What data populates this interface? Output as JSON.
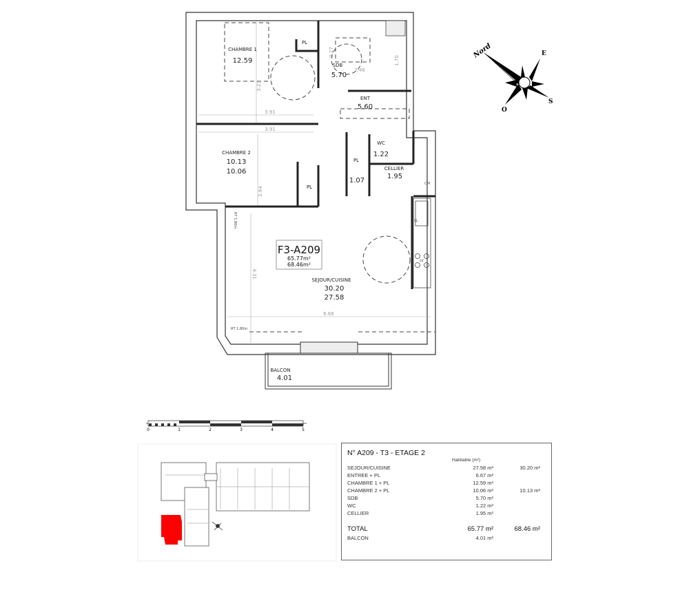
{
  "plan": {
    "apartment_code": "F3-A209",
    "area_habitable": "65.77m²",
    "area_total": "68.46m²",
    "rooms": [
      {
        "name": "CHAMBRE 1",
        "areas": [
          "12.59"
        ]
      },
      {
        "name": "PL",
        "areas": []
      },
      {
        "name": "SDB",
        "areas": [
          "5.70"
        ]
      },
      {
        "name": "ENT",
        "areas": [
          "5.60"
        ]
      },
      {
        "name": "CHAMBRE 2",
        "areas": [
          "10.13",
          "10.06"
        ]
      },
      {
        "name": "PL",
        "areas": []
      },
      {
        "name": "PL",
        "areas": [
          "1.07"
        ]
      },
      {
        "name": "WC",
        "areas": [
          "1.22"
        ]
      },
      {
        "name": "CELLIER",
        "areas": [
          "1.95"
        ]
      },
      {
        "name": "SEJOUR/CUISINE",
        "areas": [
          "30.20",
          "27.58"
        ]
      },
      {
        "name": "BALCON",
        "areas": [
          "4.01"
        ]
      }
    ],
    "dimensions": [
      "3.91",
      "3.91",
      "3.23",
      "2.64",
      "4.31",
      "6.66",
      "2.27",
      "2.46",
      "1.70"
    ],
    "annotations": [
      "HT 1.80m",
      "HT 1.80m",
      "CM",
      "LV",
      "LL"
    ]
  },
  "compass": {
    "north": "Nord",
    "east": "E",
    "south": "S",
    "west": "O"
  },
  "scale": {
    "ticks": [
      "0",
      "1",
      "2",
      "3",
      "4",
      "5"
    ]
  },
  "site_plan": {
    "highlight_color": "#ff0000"
  },
  "summary": {
    "title": "N° A209 - T3 - ETAGE 2",
    "column_header": "Habitable (m²)",
    "rows": [
      {
        "label": "SEJOUR/CUISINE",
        "habitable": "27.58 m²",
        "other": "30.20 m²"
      },
      {
        "label": "ENTREE + PL",
        "habitable": "6.67 m²",
        "other": ""
      },
      {
        "label": "CHAMBRE 1 + PL",
        "habitable": "12.59 m²",
        "other": ""
      },
      {
        "label": "CHAMBRE 2 + PL",
        "habitable": "10.06 m²",
        "other": "10.13 m²"
      },
      {
        "label": "SDB",
        "habitable": "5.70 m²",
        "other": ""
      },
      {
        "label": "WC",
        "habitable": "1.22 m²",
        "other": ""
      },
      {
        "label": "CELLIER",
        "habitable": "1.95 m²",
        "other": ""
      }
    ],
    "total": {
      "label": "TOTAL",
      "habitable": "65.77 m²",
      "other": "68.46 m²"
    },
    "balcony": {
      "label": "BALCON",
      "habitable": "4.01 m²"
    }
  }
}
